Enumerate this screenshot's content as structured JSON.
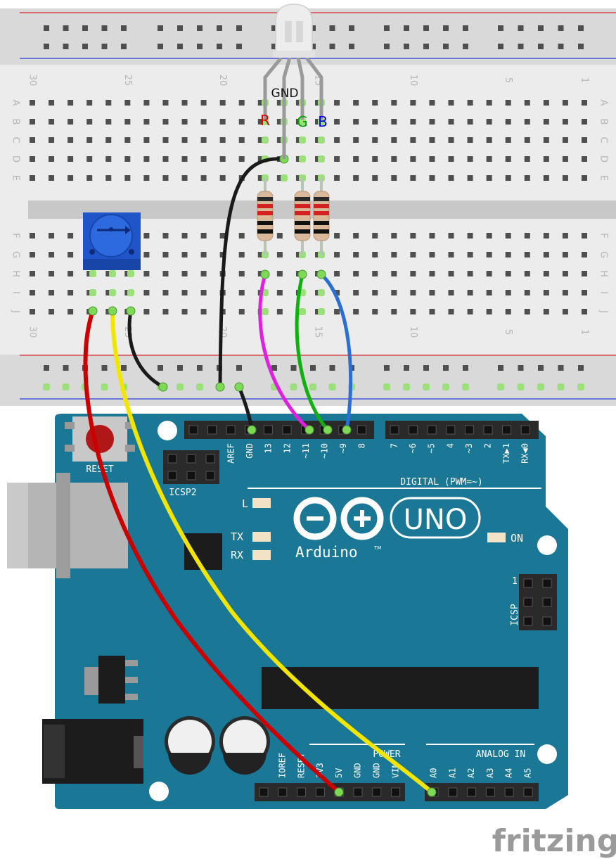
{
  "breadboard": {
    "row_letters": [
      "A",
      "B",
      "C",
      "D",
      "E",
      "F",
      "G",
      "H",
      "I",
      "J"
    ],
    "column_numbers_top": [
      "30",
      "25",
      "20",
      "15",
      "10",
      "5",
      "1"
    ],
    "column_numbers_bottom": [
      "30",
      "25",
      "20",
      "15",
      "10",
      "5",
      "1"
    ]
  },
  "led": {
    "label_gnd": "GND",
    "label_r": "R",
    "label_g": "G",
    "label_b": "B",
    "color_r": "#e00000",
    "color_g": "#00a000",
    "color_b": "#0000dd"
  },
  "arduino": {
    "reset_label": "RESET",
    "icsp2_label": "ICSP2",
    "icsp_label": "ICSP",
    "icsp_pin1": "1",
    "digital_label": "DIGITAL (PWM=~)",
    "l_label": "L",
    "tx_label": "TX",
    "rx_label": "RX",
    "on_label": "ON",
    "brand": "Arduino",
    "trademark": "TM",
    "model": "UNO",
    "power_label": "POWER",
    "analog_label": "ANALOG IN",
    "digital_pins": [
      "AREF",
      "GND",
      "13",
      "12",
      "~11",
      "~10",
      "~9",
      "8",
      "7",
      "~6",
      "~5",
      "4",
      "~3",
      "2",
      "TX▶1",
      "RX◀0"
    ],
    "power_pins": [
      "IOREF",
      "RESET",
      "3V3",
      "5V",
      "GND",
      "GND",
      "VIN"
    ],
    "analog_pins": [
      "A0",
      "A1",
      "A2",
      "A3",
      "A4",
      "A5"
    ],
    "board_color": "#1a7896"
  },
  "wires": {
    "red": "#cc0000",
    "yellow": "#f2e600",
    "black": "#1a1a1a",
    "magenta": "#e020e0",
    "green": "#10b010",
    "blue": "#2a6fd6"
  },
  "watermark": "fritzing"
}
